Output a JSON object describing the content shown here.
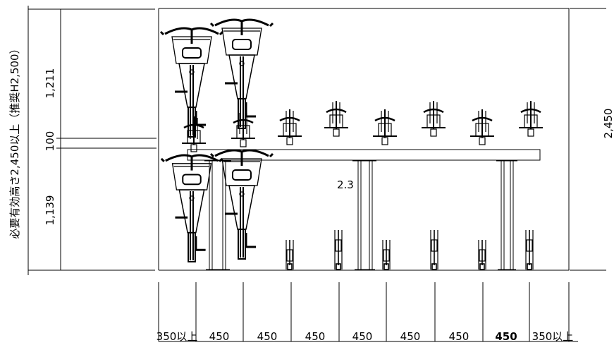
{
  "vertical_caption": "必要有効高さ2,450以上（推奨H2,500）",
  "left_dimensions": {
    "upper": "1,211",
    "middle": "100",
    "lower": "1,139"
  },
  "right_dimension": "2,450",
  "center_label": "2.3",
  "bottom_dimensions": [
    "350以上",
    "450",
    "450",
    "450",
    "450",
    "450",
    "450",
    "450",
    "350以上"
  ]
}
